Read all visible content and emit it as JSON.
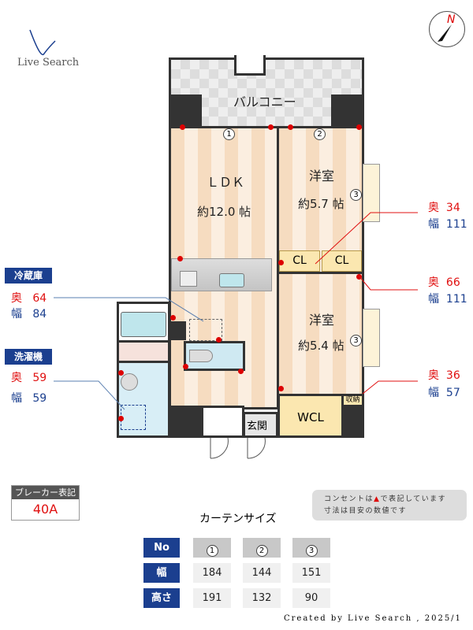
{
  "logo": {
    "text": "Live Search"
  },
  "compass": {
    "label": "N"
  },
  "plan": {
    "balcony": "バルコニー",
    "ldk": {
      "name": "ＬＤＫ",
      "size": "約12.0 帖"
    },
    "room1": {
      "name": "洋室",
      "size": "約5.7 帖"
    },
    "room2": {
      "name": "洋室",
      "size": "約5.4 帖"
    },
    "closet1": "CL",
    "closet2": "CL",
    "wcl": "WCL",
    "storage": "収納",
    "entrance": "玄関",
    "window_numbers": [
      "1",
      "2",
      "3",
      "3"
    ]
  },
  "fridge": {
    "label": "冷蔵庫",
    "depth_label": "奥",
    "depth": "64",
    "width_label": "幅",
    "width": "84"
  },
  "washer": {
    "label": "洗濯機",
    "depth_label": "奥",
    "depth": "59",
    "width_label": "幅",
    "width": "59"
  },
  "closet_dims": [
    {
      "depth_label": "奥",
      "depth": "34",
      "width_label": "幅",
      "width": "111"
    },
    {
      "depth_label": "奥",
      "depth": "66",
      "width_label": "幅",
      "width": "111"
    },
    {
      "depth_label": "奥",
      "depth": "36",
      "width_label": "幅",
      "width": "57"
    }
  ],
  "breaker": {
    "label": "ブレーカー表記",
    "value": "40A"
  },
  "note": {
    "line1a": "コンセントは",
    "line1b": "で表記しています",
    "line2": "寸法は目安の数値です"
  },
  "curtain": {
    "title": "カーテンサイズ",
    "row_headers": [
      "No",
      "幅",
      "高さ"
    ],
    "numbers": [
      "1",
      "2",
      "3"
    ],
    "widths": [
      "184",
      "144",
      "151"
    ],
    "heights": [
      "191",
      "132",
      "90"
    ]
  },
  "footer": "Created by Live Search , 2025/1",
  "colors": {
    "accent_blue": "#1b3f8f",
    "red": "#e01010"
  }
}
